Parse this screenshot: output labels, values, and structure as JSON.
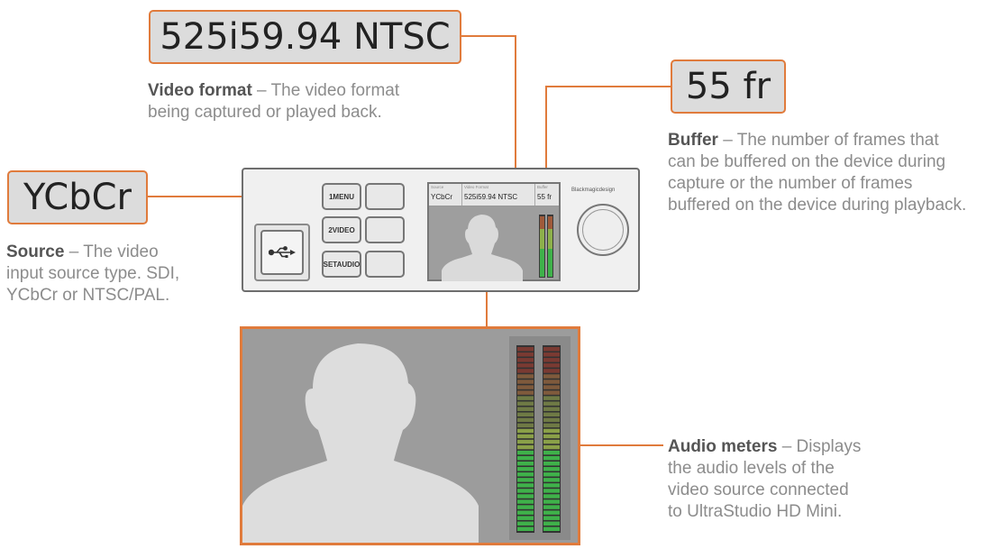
{
  "callouts": {
    "video_format": {
      "value": "525i59.94 NTSC",
      "title": "Video format",
      "desc_line1": " – The video format",
      "desc_line2": "being captured or played back."
    },
    "buffer": {
      "value": "55 fr",
      "title": "Buffer",
      "desc_line1": " – The number of frames that",
      "desc_line2": "can be buffered on the device during",
      "desc_line3": "capture or the number of frames",
      "desc_line4": "buffered on the device during playback."
    },
    "source": {
      "value": "YCbCr",
      "title": "Source",
      "desc_line1": " – The video",
      "desc_line2": "input source type. SDI,",
      "desc_line3": "YCbCr or NTSC/PAL."
    },
    "audio_meters": {
      "title": "Audio meters",
      "desc_line1": " – Displays",
      "desc_line2": "the audio levels of the",
      "desc_line3": "video source connected",
      "desc_line4": "to UltraStudio HD Mini."
    }
  },
  "device": {
    "buttons": [
      "1MENU",
      "2VIDEO",
      "SETAUDIO"
    ],
    "lcd_headers": [
      "Source",
      "Video Format",
      "Buffer"
    ],
    "lcd_values": [
      "YCbCr",
      "525i59.94 NTSC",
      "55 fr"
    ],
    "logo": "Blackmagicdesign"
  },
  "colors": {
    "accent": "#e07b3c",
    "meter_green": "#3fb14a",
    "meter_yellow": "#c9c23a",
    "meter_red": "#c0392b"
  },
  "icons": [
    "usb-icon",
    "person-silhouette-icon"
  ]
}
